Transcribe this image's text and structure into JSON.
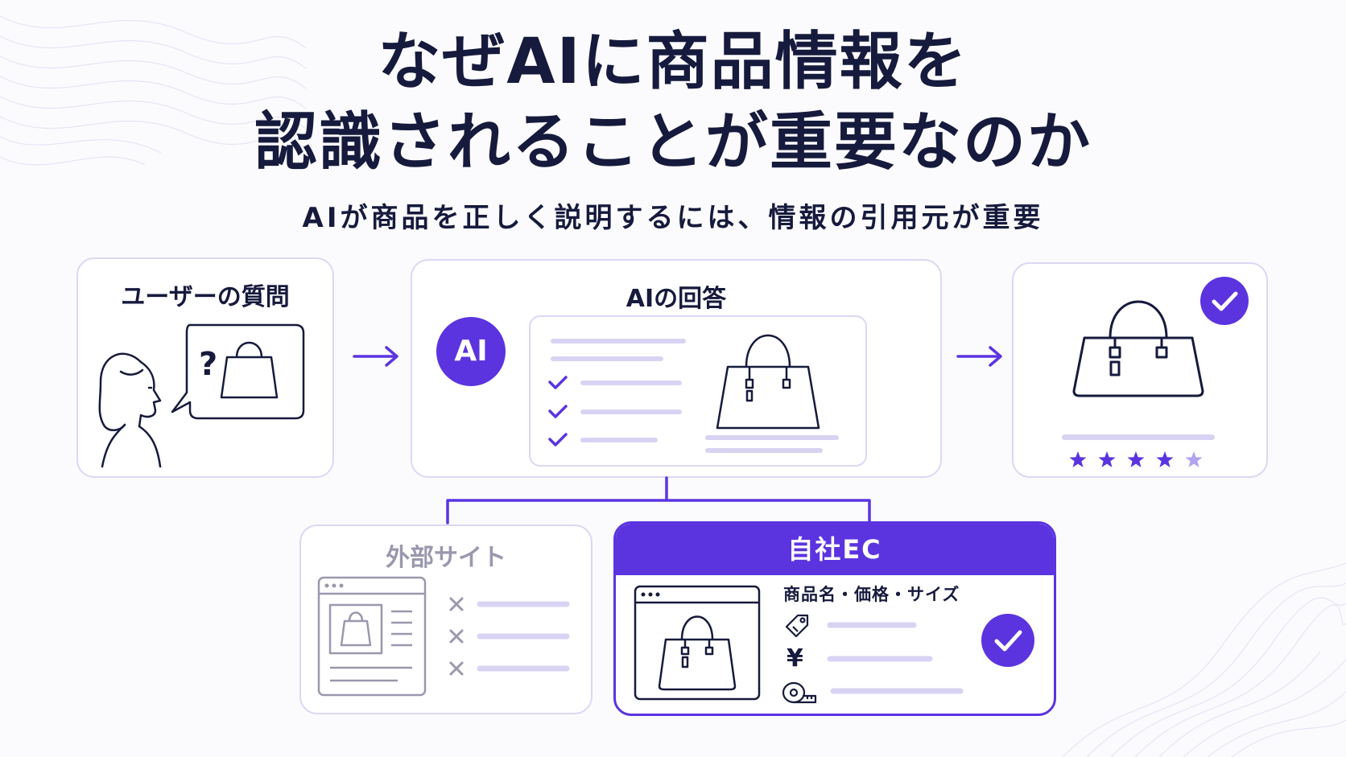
{
  "title_line1": "なぜAIに商品情報を",
  "title_line2": "認識されることが重要なのか",
  "subtitle": "AIが商品を正しく説明するには、情報の引用元が重要",
  "user_card": {
    "title": "ユーザーの質問",
    "question_mark": "?"
  },
  "ai_card": {
    "title": "AIの回答",
    "badge": "AI"
  },
  "external_card": {
    "title": "外部サイト"
  },
  "ec_card": {
    "title": "自社EC",
    "label": "商品名・価格・サイズ",
    "yen_symbol": "¥"
  },
  "result_card": {
    "rating": 4,
    "rating_max": 5
  },
  "colors": {
    "accent": "#5b34e0",
    "text": "#161a3c",
    "line": "#d9d3f3",
    "muted": "#9a98ad"
  }
}
